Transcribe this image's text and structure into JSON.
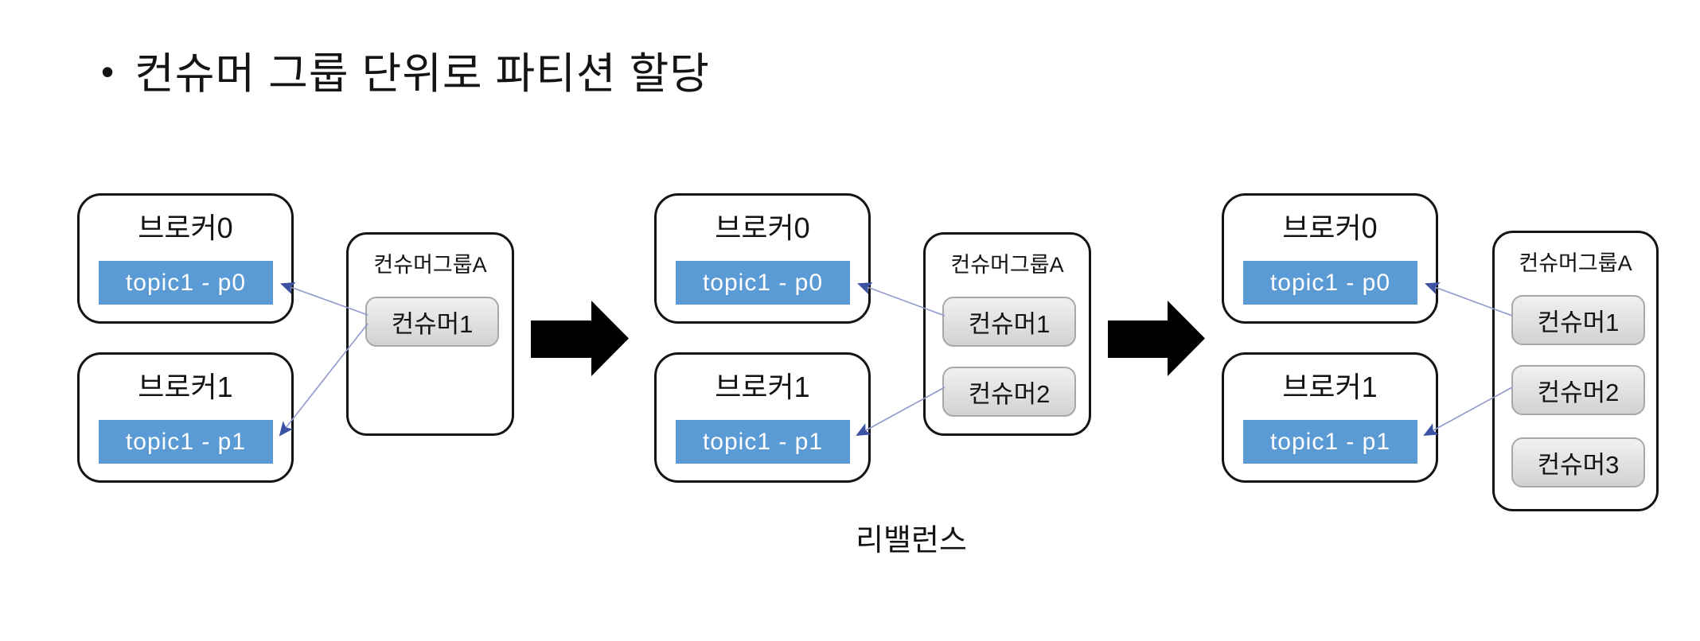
{
  "slide": {
    "bullet": "•",
    "title": "컨슈머 그룹 단위로 파티션 할당",
    "rebalance_label": "리밸런스"
  },
  "colors": {
    "partition_bar": "#5b9bd5",
    "partition_text": "#ffffff",
    "consumer_box_bg": "#d9d9d9",
    "consumer_box_border": "#a8a8a8",
    "box_border": "#141414",
    "connector_line": "#9099cc",
    "connector_arrowhead": "#3d51a3",
    "flow_arrow": "#000000"
  },
  "stages": [
    {
      "brokers": [
        {
          "title": "브로커0",
          "partition": "topic1 - p0"
        },
        {
          "title": "브로커1",
          "partition": "topic1 - p1"
        }
      ],
      "consumer_group": {
        "title": "컨슈머그룹A",
        "consumers": [
          "컨슈머1"
        ]
      }
    },
    {
      "brokers": [
        {
          "title": "브로커0",
          "partition": "topic1 - p0"
        },
        {
          "title": "브로커1",
          "partition": "topic1 - p1"
        }
      ],
      "consumer_group": {
        "title": "컨슈머그룹A",
        "consumers": [
          "컨슈머1",
          "컨슈머2"
        ]
      }
    },
    {
      "brokers": [
        {
          "title": "브로커0",
          "partition": "topic1 - p0"
        },
        {
          "title": "브로커1",
          "partition": "topic1 - p1"
        }
      ],
      "consumer_group": {
        "title": "컨슈머그룹A",
        "consumers": [
          "컨슈머1",
          "컨슈머2",
          "컨슈머3"
        ]
      }
    }
  ]
}
